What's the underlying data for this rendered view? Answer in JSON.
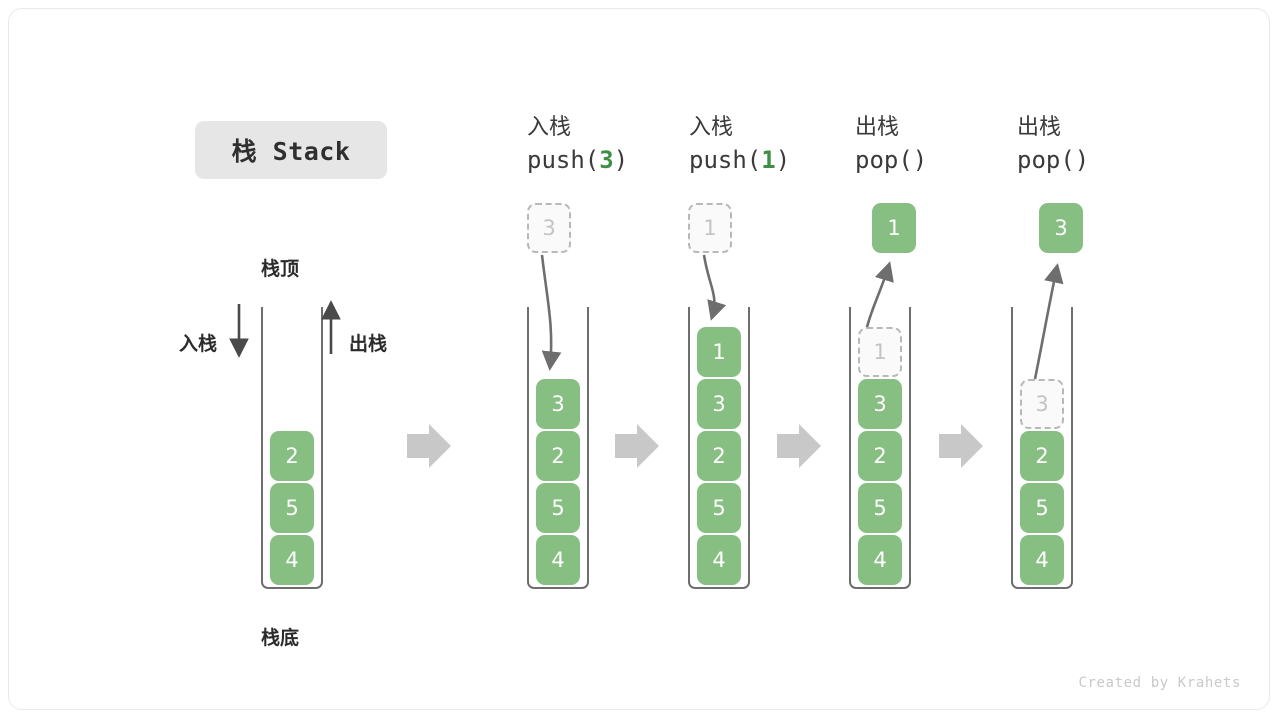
{
  "title_badge": {
    "label": "栈 Stack"
  },
  "labels": {
    "top": "栈顶",
    "bottom": "栈底",
    "push_side": "入栈",
    "pop_side": "出栈"
  },
  "credit": "Created by Krahets",
  "colors": {
    "cell_fill": "#87bf83",
    "cell_text": "#ffffff",
    "ghost_border": "#b8b8b8",
    "ghost_text": "#c4c4c4",
    "accent_green": "#3f8f45",
    "arrow_gray": "#6e6e6e",
    "step_arrow": "#c8c8c8",
    "badge_bg": "#e6e6e6"
  },
  "columns": [
    {
      "name": "initial",
      "header_cn": "",
      "header_code": "",
      "cells": [
        "2",
        "5",
        "4"
      ],
      "floating": null,
      "ghost": null
    },
    {
      "name": "push-3",
      "header_cn": "入栈",
      "header_code_prefix": "push(",
      "header_code_arg": "3",
      "header_code_suffix": ")",
      "cells": [
        "3",
        "2",
        "5",
        "4"
      ],
      "floating": {
        "value": "3",
        "style": "ghost"
      },
      "direction": "down"
    },
    {
      "name": "push-1",
      "header_cn": "入栈",
      "header_code_prefix": "push(",
      "header_code_arg": "1",
      "header_code_suffix": ")",
      "cells": [
        "1",
        "3",
        "2",
        "5",
        "4"
      ],
      "floating": {
        "value": "1",
        "style": "ghost"
      },
      "direction": "down"
    },
    {
      "name": "pop-1",
      "header_cn": "出栈",
      "header_code_prefix": "pop(",
      "header_code_arg": "",
      "header_code_suffix": ")",
      "cells": [
        "3",
        "2",
        "5",
        "4"
      ],
      "ghost_top": "1",
      "floating": {
        "value": "1",
        "style": "solid"
      },
      "direction": "up"
    },
    {
      "name": "pop-3",
      "header_cn": "出栈",
      "header_code_prefix": "pop(",
      "header_code_arg": "",
      "header_code_suffix": ")",
      "cells": [
        "2",
        "5",
        "4"
      ],
      "ghost_top": "3",
      "floating": {
        "value": "3",
        "style": "solid"
      },
      "direction": "up"
    }
  ]
}
